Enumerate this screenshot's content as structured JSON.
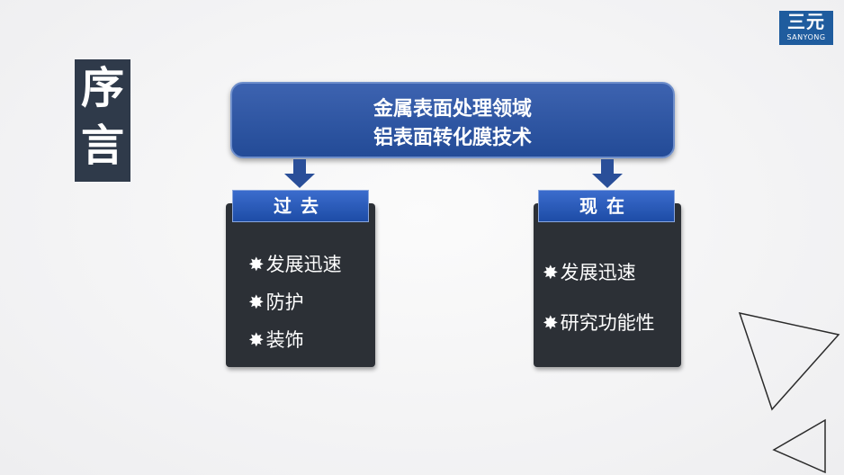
{
  "logo": {
    "mark": "三元",
    "name": "SANYONG"
  },
  "title_chars": [
    "序",
    "言"
  ],
  "header": {
    "line1": "金属表面处理领域",
    "line2": "铝表面转化膜技术"
  },
  "past": {
    "tab": "过去",
    "items": [
      "发展迅速",
      "防护",
      "装饰"
    ]
  },
  "present": {
    "tab": "现在",
    "items": [
      "发展迅速",
      "研究功能性"
    ]
  },
  "bullet": "✸",
  "colors": {
    "accent": "#2a4f99",
    "panel": "#2c3036",
    "title_bg": "#2f3a4a"
  }
}
